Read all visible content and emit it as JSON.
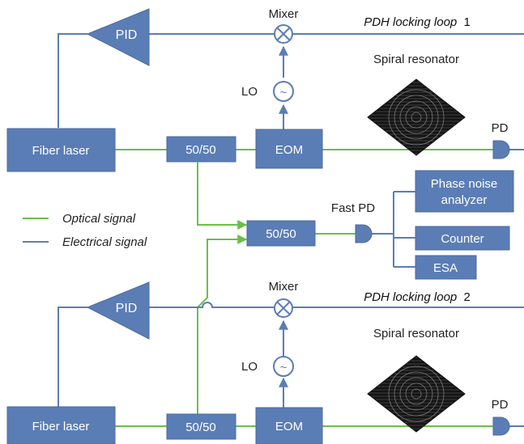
{
  "loop1": {
    "title": "PDH locking loop",
    "number": "1",
    "pid": "PID",
    "mixer": "Mixer",
    "lo": "LO",
    "lo_symbol": "~",
    "laser": "Fiber laser",
    "splitter": "50/50",
    "eom": "EOM",
    "resonator": "Spiral resonator",
    "pd": "PD"
  },
  "loop2": {
    "title": "PDH locking loop",
    "number": "2",
    "pid": "PID",
    "mixer": "Mixer",
    "lo": "LO",
    "lo_symbol": "~",
    "laser": "Fiber laser",
    "splitter": "50/50",
    "eom": "EOM",
    "resonator": "Spiral resonator",
    "pd": "PD"
  },
  "combiner": {
    "splitter": "50/50",
    "fast_pd": "Fast PD"
  },
  "analyzers": {
    "phase_noise_line1": "Phase noise",
    "phase_noise_line2": "analyzer",
    "counter": "Counter",
    "esa": "ESA"
  },
  "legend": {
    "optical": "Optical signal",
    "electrical": "Electrical signal"
  },
  "colors": {
    "block": "#5b7db5",
    "block_border": "#4a6aa0",
    "electrical": "#5b7db5",
    "optical": "#6abf4b",
    "resonator": "#1a1a1a"
  }
}
